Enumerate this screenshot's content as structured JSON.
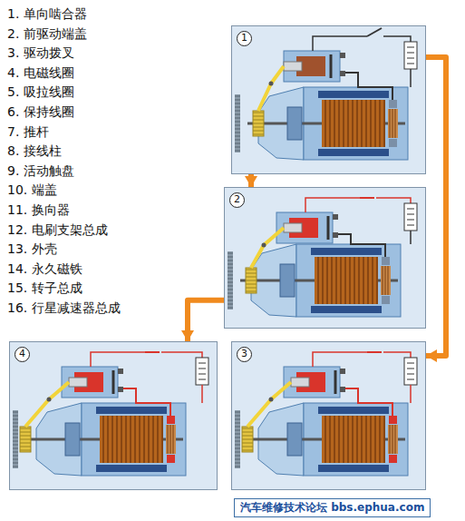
{
  "diagram": {
    "nodes": [
      {
        "text": [
          "1"
        ]
      },
      {
        "text": [
          "2"
        ]
      },
      {
        "text": [
          "4"
        ]
      },
      {
        "text": [
          "3"
        ]
      }
    ],
    "edges": [
      {
        "from": 0,
        "to": 1,
        "arrow": "to"
      },
      {
        "from": 1,
        "to": 2,
        "arrow": "to"
      },
      {
        "from": 0,
        "to": 3,
        "arrow": "to"
      }
    ],
    "labels": [
      "1. 单向啮合器",
      "2. 前驱动端盖",
      "3. 驱动拨叉",
      "4. 电磁线圈",
      "5. 吸拉线圈",
      "6. 保持线圈",
      "7. 推杆",
      "8. 接线柱",
      "9. 活动触盘",
      "10. 端盖",
      "11. 换向器",
      "12. 电刷支架总成",
      "13. 外壳",
      "14. 永久磁铁",
      "15. 转子总成",
      "16. 行星减速器总成",
      "汽车维修技术论坛 bbs.ephua.com"
    ]
  }
}
